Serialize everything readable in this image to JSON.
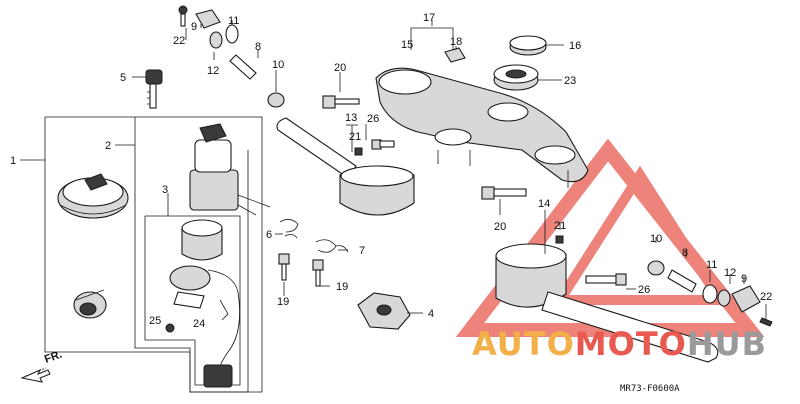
{
  "diagram": {
    "callouts": [
      "1",
      "2",
      "3",
      "4",
      "5",
      "6",
      "7",
      "8",
      "8",
      "9",
      "9",
      "10",
      "10",
      "11",
      "11",
      "12",
      "12",
      "13",
      "14",
      "15",
      "16",
      "17",
      "18",
      "19",
      "19",
      "20",
      "20",
      "21",
      "21",
      "22",
      "22",
      "23",
      "24",
      "25",
      "26",
      "26"
    ],
    "drawing_code": "MR73-F0600A",
    "front_marker": "FR."
  },
  "watermark": {
    "part1": "AUTO",
    "part2": "MOTO",
    "part3": "HUB",
    "colors": {
      "auto": "#f3b04a",
      "moto": "#e85a4f",
      "hub": "#9a9a9a",
      "triangle": "#e85a4f"
    }
  }
}
